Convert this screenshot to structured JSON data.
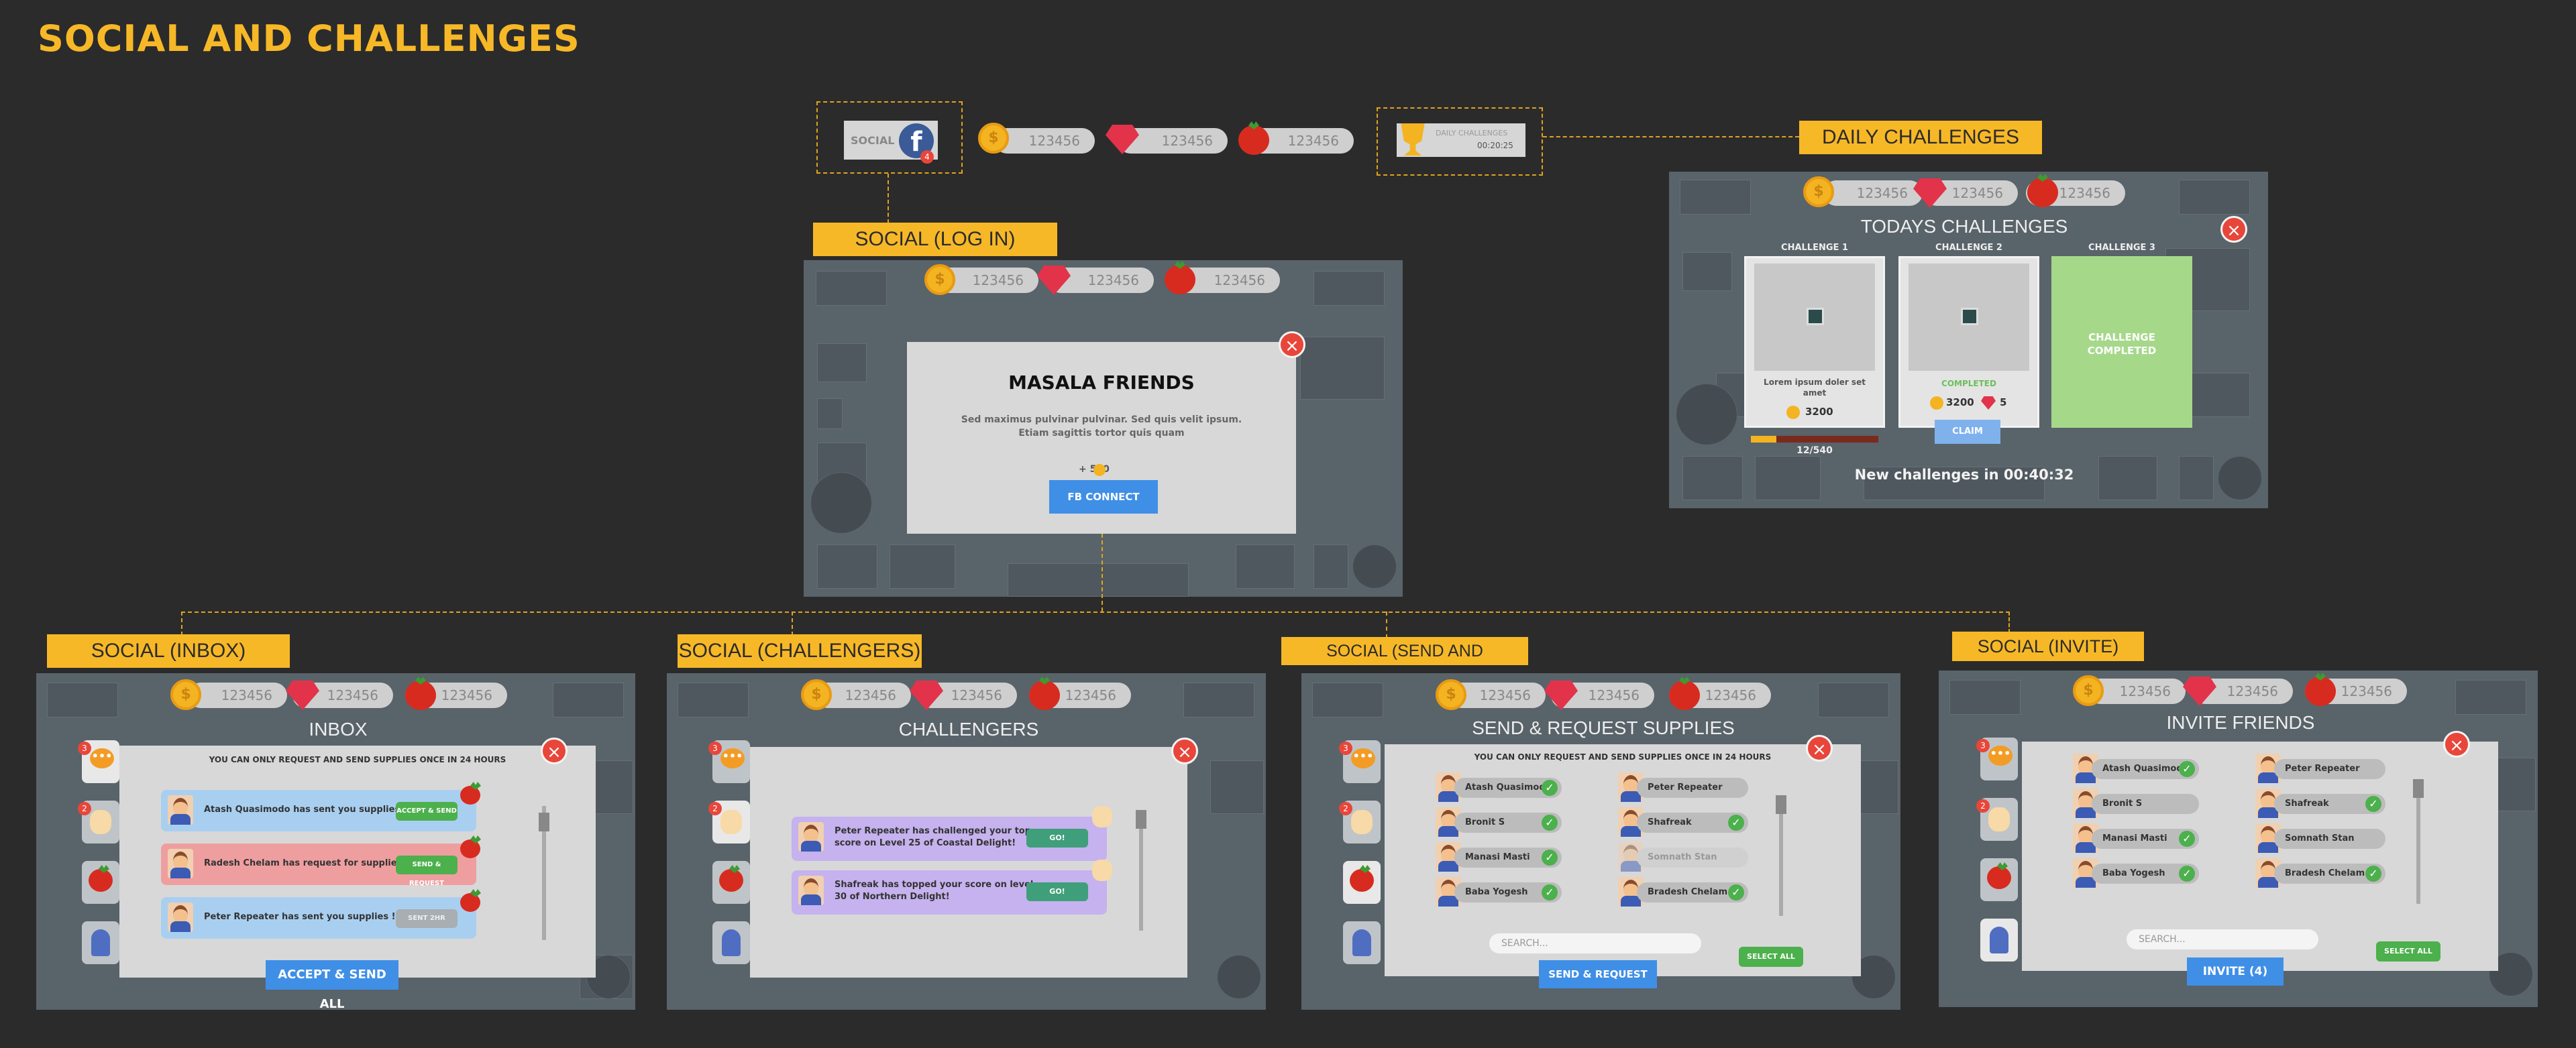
{
  "page_title": "SOCIAL AND CHALLENGES",
  "colors": {
    "accent": "#f7b827",
    "bg": "#2b2b2b",
    "blue": "#3f8fe6",
    "green": "#4cb04c",
    "close": "#e8463a"
  },
  "currency": {
    "coins": "123456",
    "gems": "123456",
    "tomatoes": "123456"
  },
  "top_bar": {
    "social_label": "SOCIAL",
    "social_badge": "4",
    "daily_label": "DAILY CHALLENGES",
    "daily_timer": "00:20:25"
  },
  "tags": {
    "daily": "DAILY CHALLENGES",
    "login": "SOCIAL (LOG IN)",
    "inbox": "SOCIAL (INBOX)",
    "challengers": "SOCIAL (CHALLENGERS)",
    "send": "SOCIAL (SEND AND REQUEST)",
    "invite": "SOCIAL (INVITE)"
  },
  "login": {
    "title": "MASALA FRIENDS",
    "body_line1": "Sed maximus pulvinar pulvinar. Sed quis velit ipsum.",
    "body_line2": "Etiam sagittis tortor quis quam",
    "reward": "+ 500",
    "button": "FB CONNECT"
  },
  "daily": {
    "title": "TODAYS CHALLENGES",
    "challenges": [
      {
        "name": "CHALLENGE 1",
        "desc_line1": "Lorem ipsum doler set",
        "desc_line2": "amet",
        "reward": "3200",
        "progress": "12/540",
        "progress_fraction": 0.2
      },
      {
        "name": "CHALLENGE 2",
        "status": "COMPLETED",
        "reward_coins": "3200",
        "reward_gems": "5",
        "button": "CLAIM"
      },
      {
        "name": "CHALLENGE 3",
        "status_line1": "CHALLENGE",
        "status_line2": "COMPLETED"
      }
    ],
    "footer": "New challenges in 00:40:32"
  },
  "inbox": {
    "title": "INBOX",
    "note": "YOU CAN ONLY REQUEST AND SEND SUPPLIES ONCE IN 24 HOURS",
    "badges": [
      "3",
      "2"
    ],
    "messages": [
      {
        "text": "Atash Quasimodo has sent you supplies !",
        "button": "ACCEPT & SEND"
      },
      {
        "text": "Radesh Chelam has request for supplies !",
        "button": "SEND & REQUEST"
      },
      {
        "text": "Peter Repeater has sent you supplies !",
        "button": "SENT 2HR"
      }
    ],
    "button": "ACCEPT & SEND ALL"
  },
  "challengers": {
    "title": "CHALLENGERS",
    "badges": [
      "3",
      "2"
    ],
    "items": [
      {
        "line1": "Peter Repeater has challenged your top",
        "line2": "score on Level 25 of Coastal Delight!",
        "button": "GO!"
      },
      {
        "line1": "Shafreak has topped your score on level",
        "line2": "30 of Northern Delight!",
        "button": "GO!"
      }
    ]
  },
  "send": {
    "title": "SEND & REQUEST SUPPLIES",
    "note": "YOU CAN ONLY REQUEST AND SEND SUPPLIES ONCE IN 24 HOURS",
    "badges": [
      "3",
      "2"
    ],
    "left": [
      "Atash Quasimodo",
      "Bronit S",
      "Manasi Masti",
      "Baba Yogesh"
    ],
    "right": [
      "Peter Repeater",
      "Shafreak",
      "Somnath Stan",
      "Bradesh Chelam"
    ],
    "search": "SEARCH...",
    "select_all": "SELECT ALL",
    "button": "SEND & REQUEST"
  },
  "invite": {
    "title": "INVITE FRIENDS",
    "badges": [
      "3",
      "2"
    ],
    "left": [
      "Atash Quasimodo",
      "Bronit S",
      "Manasi Masti",
      "Baba Yogesh"
    ],
    "right": [
      "Peter Repeater",
      "Shafreak",
      "Somnath Stan",
      "Bradesh Chelam"
    ],
    "search": "SEARCH...",
    "select_all": "SELECT ALL",
    "button": "INVITE (4)"
  }
}
